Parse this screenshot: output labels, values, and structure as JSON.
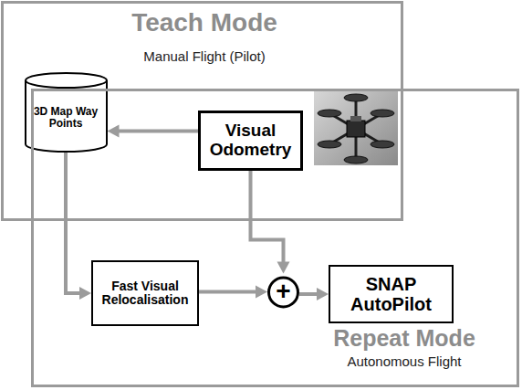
{
  "diagram": {
    "nodes": [
      {
        "text": [
          "Teach Mode",
          "Manual Flight (Pilot)"
        ]
      },
      {
        "text": [
          "Repeat Mode",
          "Autonomous Flight"
        ]
      },
      {
        "text": [
          "3D Map Way Points"
        ],
        "in": 0
      },
      {
        "text": [
          "Visual Odometry"
        ],
        "in": 0
      },
      {
        "text": [
          "Fast Visual Relocalisation"
        ],
        "in": 1
      },
      {
        "text": [
          "+"
        ],
        "in": 1
      },
      {
        "text": [
          "SNAP AutoPilot"
        ],
        "in": 1
      }
    ],
    "edges": [
      {
        "from": 3,
        "to": 2,
        "arrow": "to"
      },
      {
        "from": 2,
        "to": 4,
        "arrow": "to"
      },
      {
        "from": 3,
        "to": 5,
        "arrow": "to"
      },
      {
        "from": 4,
        "to": 5,
        "arrow": "to"
      },
      {
        "from": 5,
        "to": 6,
        "arrow": "to"
      }
    ]
  }
}
